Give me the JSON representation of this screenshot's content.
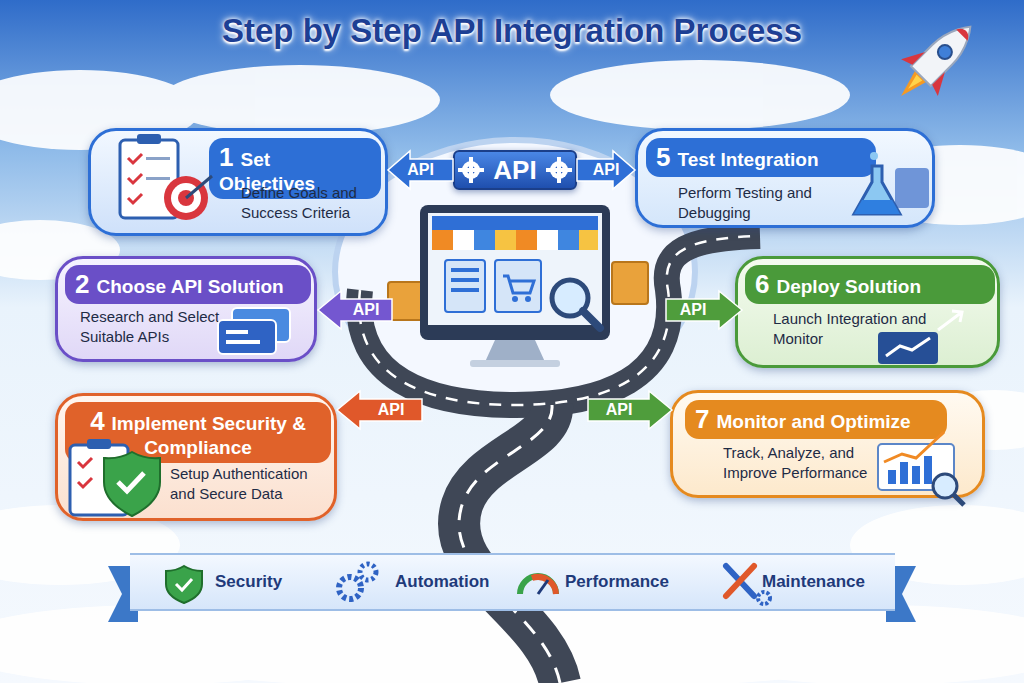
{
  "diagram": {
    "title": "Step by Step API Integration Process",
    "nodes": [
      {
        "text": [
          "1",
          "Set Objectives",
          "Define Goals and Success Criteria"
        ]
      },
      {
        "text": [
          "API"
        ]
      },
      {
        "text": [
          "5",
          "Test Integration",
          "Perform Testing and Debugging"
        ]
      },
      {
        "text": [
          "2",
          "Choose API Solution",
          "Research and Select Suitable APIs"
        ]
      },
      {
        "text": [
          "6",
          "Deploy Solution",
          "Launch Integration and Monitor"
        ]
      },
      {
        "text": [
          "4",
          "Implement Security & Compliance",
          "Setup Authentication and Secure Data"
        ]
      },
      {
        "text": [
          "7",
          "Monitor and Optimize",
          "Track, Analyze, and Improve Performance"
        ]
      },
      {
        "text": [
          "Security",
          "Automation",
          "Performance",
          "Maintenance"
        ]
      }
    ],
    "edges": [
      {
        "from": 1,
        "to": 0,
        "arrow": "to",
        "label": "API"
      },
      {
        "from": 1,
        "to": 2,
        "arrow": "to",
        "label": "API"
      }
    ],
    "labels": [
      "API",
      "API",
      "API",
      "API"
    ]
  }
}
